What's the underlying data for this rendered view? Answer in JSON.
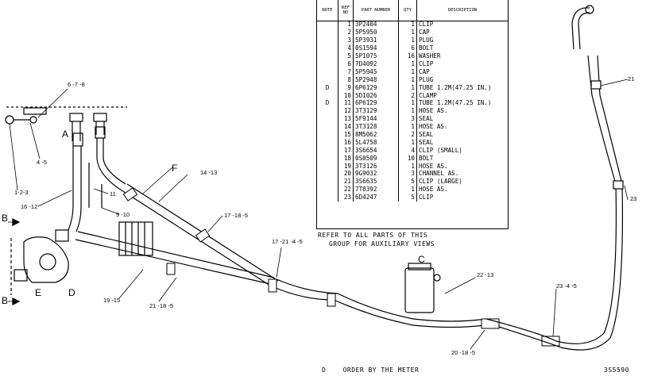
{
  "table": {
    "headers": {
      "note": "NOTE",
      "ref_no": "REF NO",
      "part_number": "PART NUMBER",
      "qty": "QTY",
      "description": "DESCRIPTION"
    },
    "rows": [
      {
        "note": "",
        "ref": "1",
        "part": "3P2404",
        "qty": "1",
        "desc": "CLIP"
      },
      {
        "note": "",
        "ref": "2",
        "part": "5P5950",
        "qty": "1",
        "desc": "CAP"
      },
      {
        "note": "",
        "ref": "3",
        "part": "5P3931",
        "qty": "1",
        "desc": "PLUG"
      },
      {
        "note": "",
        "ref": "4",
        "part": "0S1594",
        "qty": "6",
        "desc": "BOLT"
      },
      {
        "note": "",
        "ref": "5",
        "part": "5P1075",
        "qty": "16",
        "desc": "WASHER"
      },
      {
        "note": "",
        "ref": "6",
        "part": "7D4092",
        "qty": "1",
        "desc": "CLIP"
      },
      {
        "note": "",
        "ref": "7",
        "part": "5P5945",
        "qty": "1",
        "desc": "CAP"
      },
      {
        "note": "",
        "ref": "8",
        "part": "5P2948",
        "qty": "1",
        "desc": "PLUG"
      },
      {
        "note": "D",
        "ref": "9",
        "part": "6P6129",
        "qty": "1",
        "desc": "TUBE 1.2M(47.25 IN.)"
      },
      {
        "note": "",
        "ref": "10",
        "part": "5D1026",
        "qty": "2",
        "desc": "CLAMP"
      },
      {
        "note": "D",
        "ref": "11",
        "part": "6P6129",
        "qty": "1",
        "desc": "TUBE 1.2M(47.25 IN.)"
      },
      {
        "note": "",
        "ref": "12",
        "part": "3T3129",
        "qty": "1",
        "desc": "HOSE AS."
      },
      {
        "note": "",
        "ref": "13",
        "part": "5F9144",
        "qty": "3",
        "desc": "SEAL"
      },
      {
        "note": "",
        "ref": "14",
        "part": "3T3128",
        "qty": "1",
        "desc": "HOSE AS."
      },
      {
        "note": "",
        "ref": "15",
        "part": "8M5062",
        "qty": "2",
        "desc": "SEAL"
      },
      {
        "note": "",
        "ref": "16",
        "part": "5L4758",
        "qty": "1",
        "desc": "SEAL"
      },
      {
        "note": "",
        "ref": "17",
        "part": "3S6654",
        "qty": "4",
        "desc": "CLIP (SMALL)"
      },
      {
        "note": "",
        "ref": "18",
        "part": "0S0509",
        "qty": "10",
        "desc": "BOLT"
      },
      {
        "note": "",
        "ref": "19",
        "part": "3T3126",
        "qty": "1",
        "desc": "HOSE AS."
      },
      {
        "note": "",
        "ref": "20",
        "part": "9G9032",
        "qty": "3",
        "desc": "CHANNEL AS."
      },
      {
        "note": "",
        "ref": "21",
        "part": "3S6635",
        "qty": "5",
        "desc": "CLIP (LARGE)"
      },
      {
        "note": "",
        "ref": "22",
        "part": "7T8392",
        "qty": "1",
        "desc": "HOSE AS."
      },
      {
        "note": "",
        "ref": "23",
        "part": "6D4247",
        "qty": "5",
        "desc": "CLIP"
      }
    ],
    "footnote_line1": "REFER TO ALL PARTS OF THIS",
    "footnote_line2": "GROUP FOR AUXILIARY VIEWS"
  },
  "callouts": {
    "c678": "6 -7 -8",
    "c45": "4 -5",
    "c123": "1-2-3",
    "c1612": "16 -12",
    "cA": "A",
    "cF": "F",
    "c1413": "14 -13",
    "c11": "11",
    "c910": "9 -10",
    "c17185": "17 -18 -5",
    "cB1": "B",
    "cB2": "B",
    "cE": "E",
    "cD": "D",
    "c1915": "19 -15",
    "c21185": "21 -18 -5",
    "c172145": "17 -21 -4 -5",
    "cC": "C",
    "c2213": "22 -13",
    "c20185": "20 -18 -5",
    "c2345": "23 -4 -5",
    "c23": "23",
    "c21": "21"
  },
  "footer": {
    "note": "D    ORDER BY THE METER",
    "figure_number": "3S5590"
  }
}
